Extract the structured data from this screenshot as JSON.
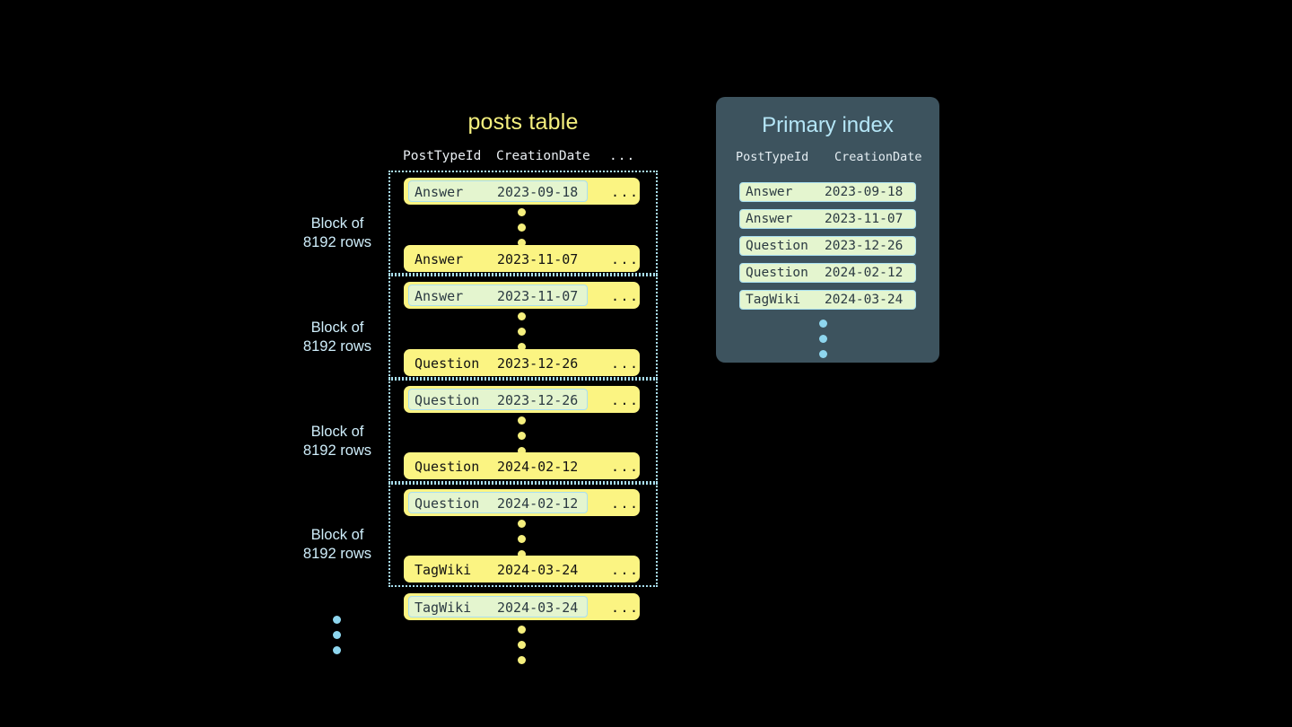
{
  "diagram": {
    "background": "#000000",
    "accent_yellow": "#fbf482",
    "accent_blue": "#a9dff0",
    "highlight_fill": "#e4f5cf",
    "panel_bg": "#3d535e"
  },
  "posts_table": {
    "title": "posts table",
    "columns": {
      "post_type_id": "PostTypeId",
      "creation_date": "CreationDate",
      "more": "..."
    },
    "blocks": [
      {
        "label_line1": "Block of",
        "label_line2": "8192 rows",
        "first_row": {
          "post_type_id": "Answer",
          "creation_date": "2023-09-18",
          "more": "...",
          "highlighted": true
        },
        "last_row": {
          "post_type_id": "Answer",
          "creation_date": "2023-11-07",
          "more": "...",
          "highlighted": false
        }
      },
      {
        "label_line1": "Block of",
        "label_line2": "8192 rows",
        "first_row": {
          "post_type_id": "Answer",
          "creation_date": "2023-11-07",
          "more": "...",
          "highlighted": true
        },
        "last_row": {
          "post_type_id": "Question",
          "creation_date": "2023-12-26",
          "more": "...",
          "highlighted": false
        }
      },
      {
        "label_line1": "Block of",
        "label_line2": "8192 rows",
        "first_row": {
          "post_type_id": "Question",
          "creation_date": "2023-12-26",
          "more": "...",
          "highlighted": true
        },
        "last_row": {
          "post_type_id": "Question",
          "creation_date": "2024-02-12",
          "more": "...",
          "highlighted": false
        }
      },
      {
        "label_line1": "Block of",
        "label_line2": "8192 rows",
        "first_row": {
          "post_type_id": "Question",
          "creation_date": "2024-02-12",
          "more": "...",
          "highlighted": true
        },
        "last_row": {
          "post_type_id": "TagWiki",
          "creation_date": "2024-03-24",
          "more": "...",
          "highlighted": false
        }
      }
    ],
    "trailing_row": {
      "post_type_id": "TagWiki",
      "creation_date": "2024-03-24",
      "more": "...",
      "highlighted": true
    }
  },
  "primary_index": {
    "title": "Primary index",
    "columns": {
      "post_type_id": "PostTypeId",
      "creation_date": "CreationDate"
    },
    "entries": [
      {
        "post_type_id": "Answer",
        "creation_date": "2023-09-18"
      },
      {
        "post_type_id": "Answer",
        "creation_date": "2023-11-07"
      },
      {
        "post_type_id": "Question",
        "creation_date": "2023-12-26"
      },
      {
        "post_type_id": "Question",
        "creation_date": "2024-02-12"
      },
      {
        "post_type_id": "TagWiki",
        "creation_date": "2024-03-24"
      }
    ]
  }
}
